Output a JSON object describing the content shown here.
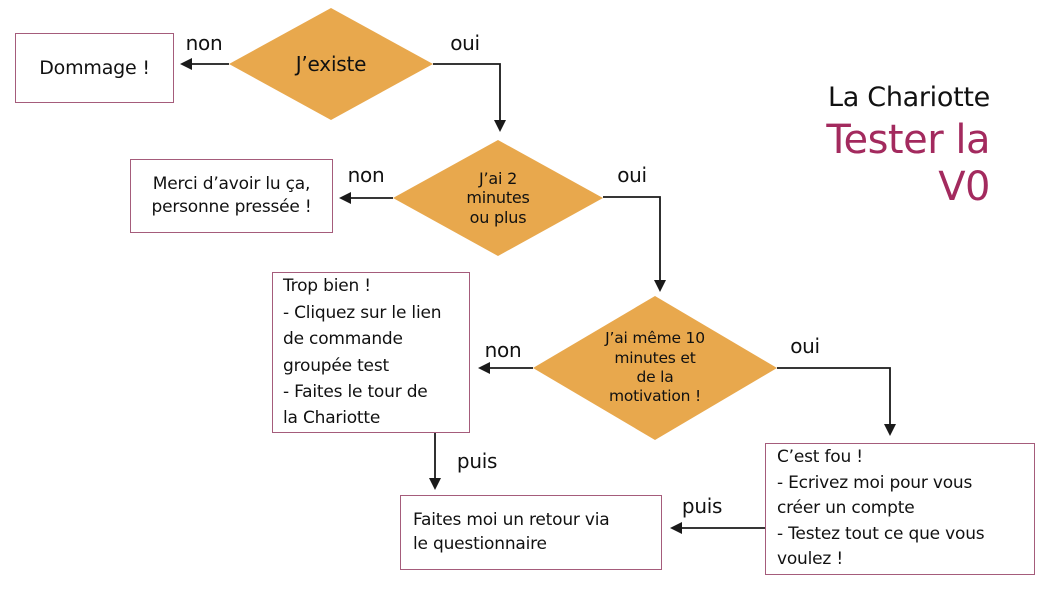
{
  "title": {
    "app": "La Chariotte",
    "subtitle": "Tester la\nV0"
  },
  "colors": {
    "diamond_fill": "#E8A84D",
    "box_border": "#A55C7B",
    "accent_text": "#A32A5E",
    "line": "#1A1A1A",
    "text": "#111111",
    "background": "#FFFFFF"
  },
  "decisions": {
    "exists": "J’existe",
    "two_minutes": "J’ai 2\nminutes\nou plus",
    "ten_minutes": "J’ai même 10\nminutes et\nde la\nmotivation !"
  },
  "boxes": {
    "dommage": "Dommage !",
    "merci": "Merci d’avoir lu ça,\npersonne pressée !",
    "trop_bien": "Trop bien !\n- Cliquez sur le lien\nde commande\ngroupée test\n- Faites le tour de\nla Chariotte",
    "cest_fou": "C’est fou !\n- Ecrivez moi pour vous\ncréer un compte\n- Testez tout ce que vous\nvoulez !",
    "retour": "Faites moi un retour via\nle questionnaire"
  },
  "edge_labels": {
    "d1_no": "non",
    "d1_yes": "oui",
    "d2_no": "non",
    "d2_yes": "oui",
    "d3_no": "non",
    "d3_yes": "oui",
    "puis_left": "puis",
    "puis_right": "puis"
  }
}
